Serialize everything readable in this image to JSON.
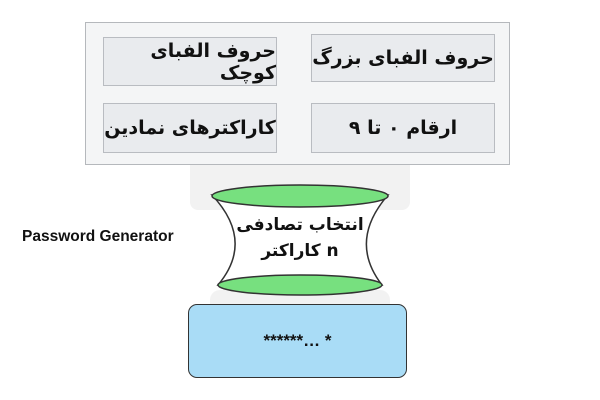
{
  "character_sets": {
    "uppercase": "حروف الفبای بزرگ",
    "lowercase": "حروف الفبای کوچک",
    "digits": "ارقام ۰ تا ۹",
    "symbols": "کاراکترهای نمادین"
  },
  "generator_label": "Password Generator",
  "selector": {
    "line1": "انتخاب تصادفی",
    "line2": "n  کاراکتر"
  },
  "output": {
    "text": "******… *"
  },
  "colors": {
    "funnel_green": "#77e07f",
    "output_blue": "#a9dcf6",
    "chip_gray": "#e9ebee"
  }
}
